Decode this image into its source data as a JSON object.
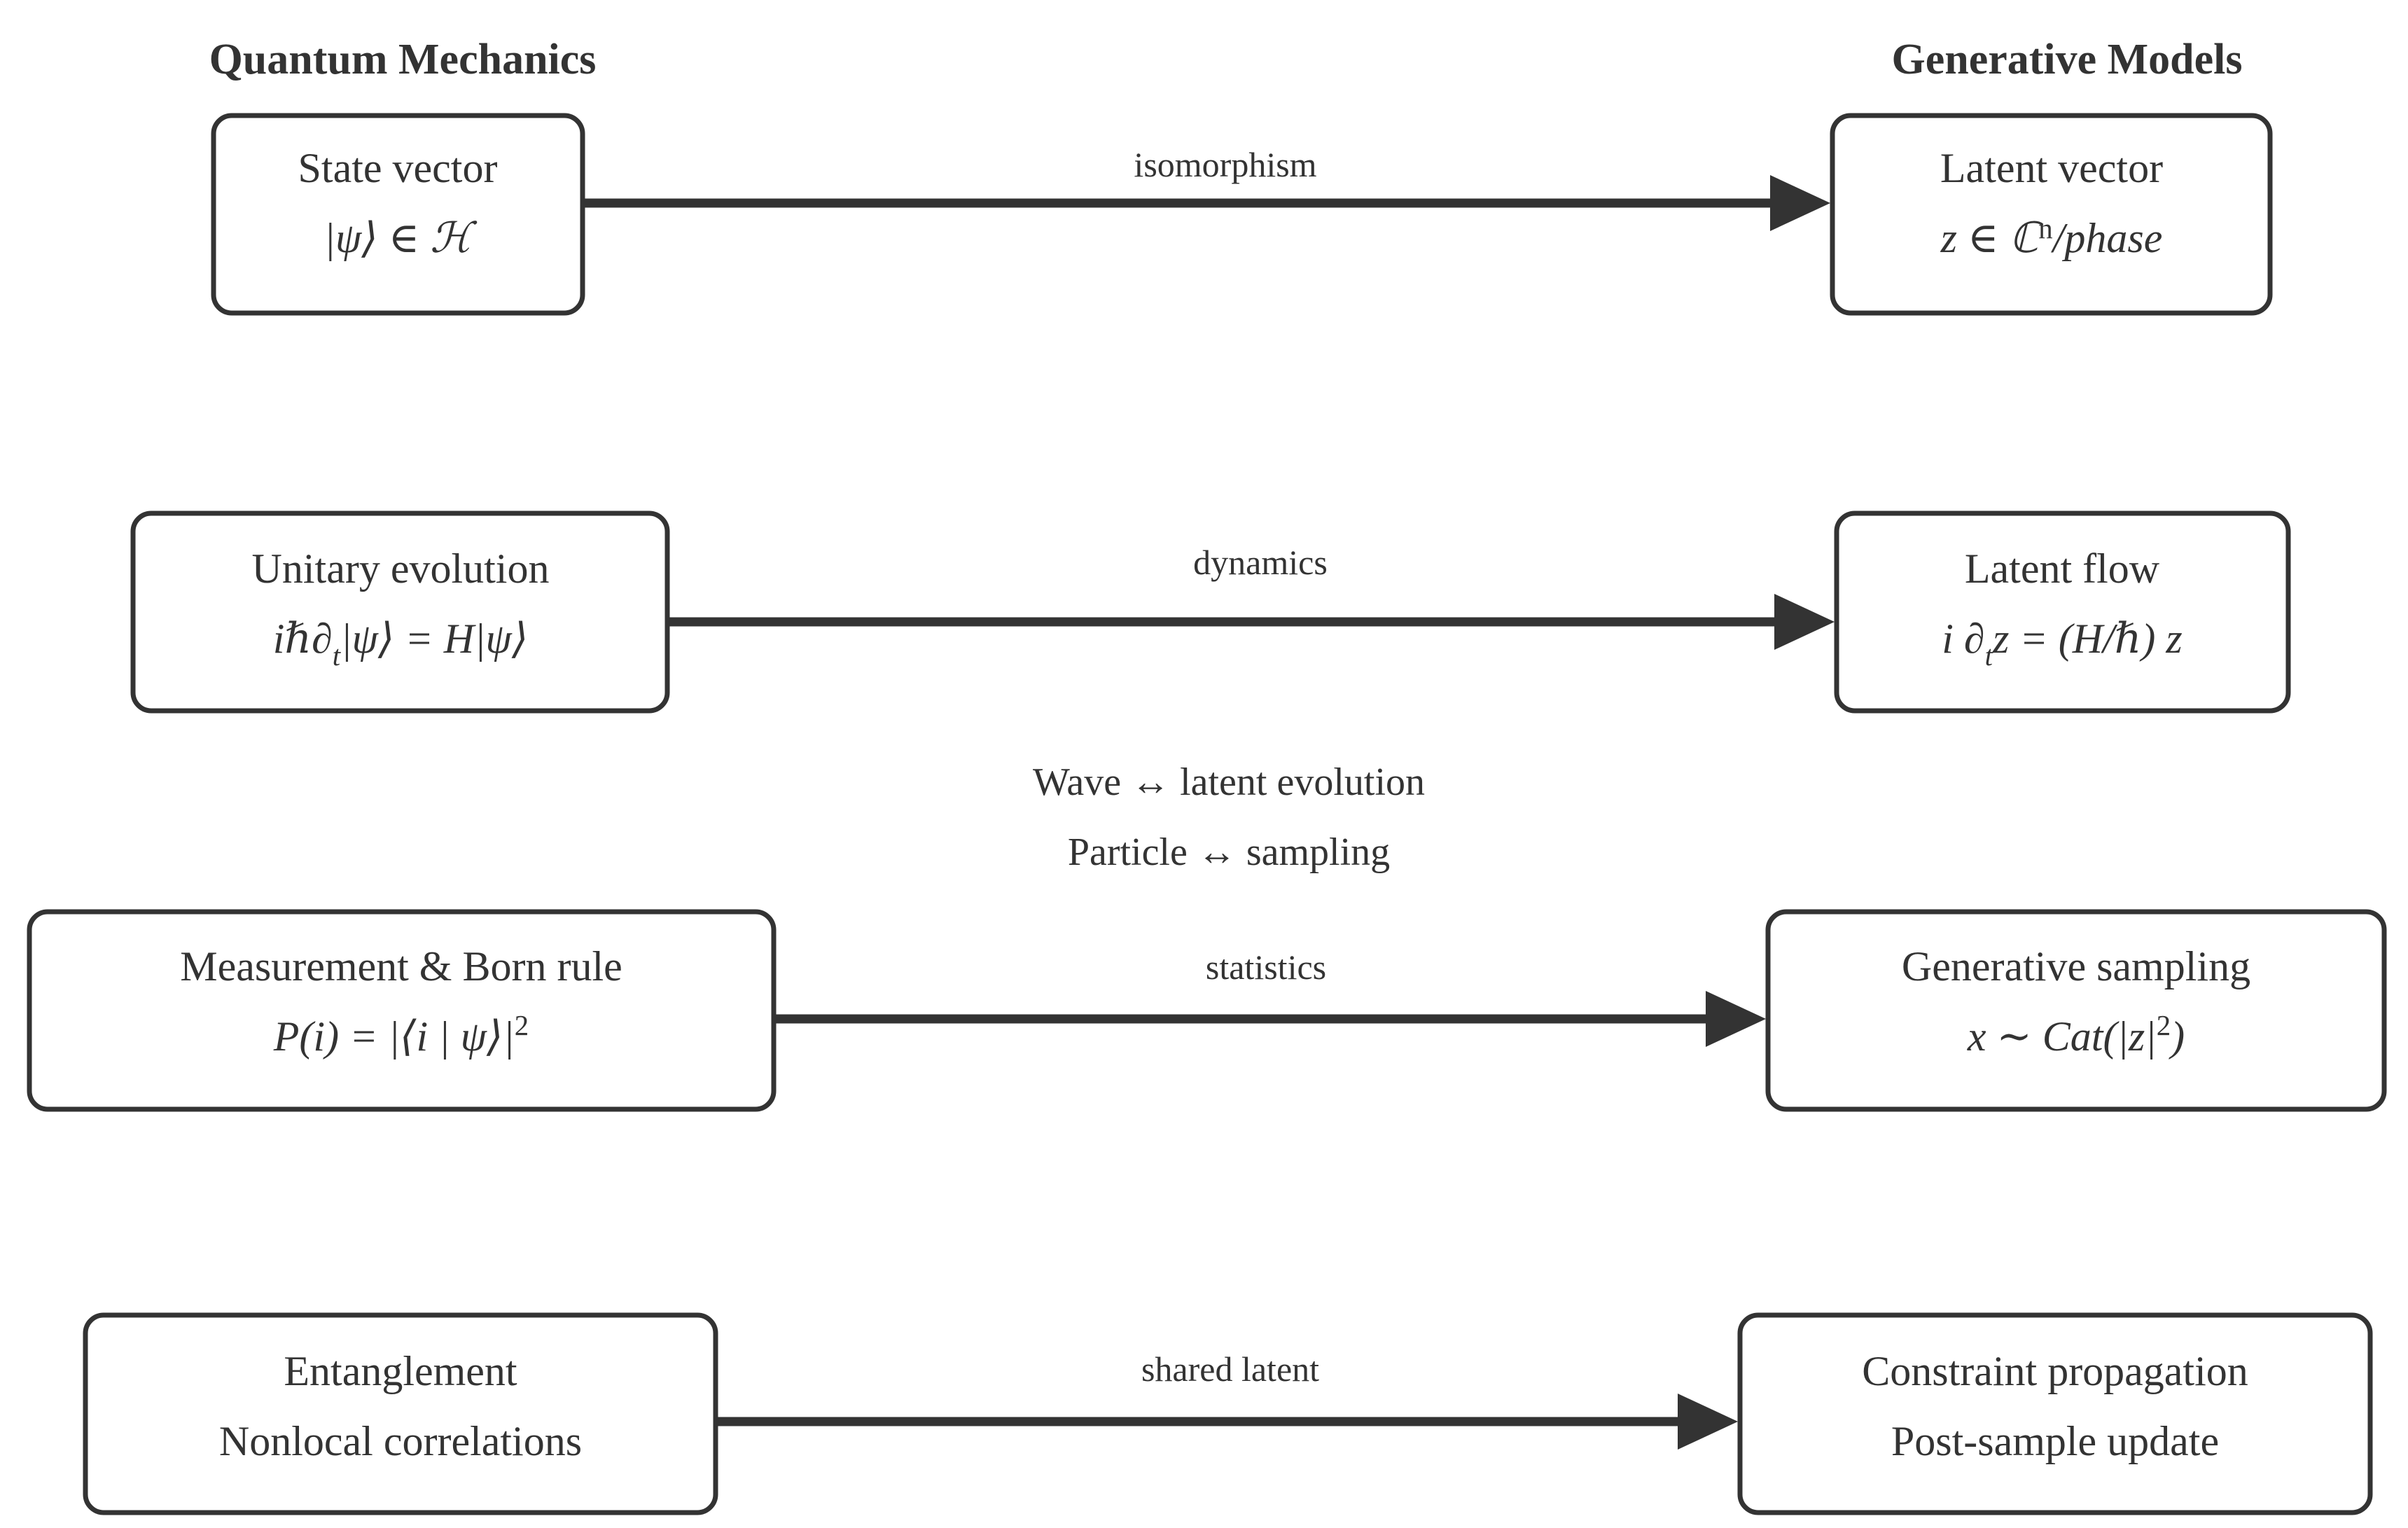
{
  "diagram": {
    "title_left": "Quantum Mechanics",
    "title_right": "Generative Models",
    "background_color": "#ffffff",
    "ink_color": "#333333",
    "middle_notes": [
      "Wave ↔ latent evolution",
      "Particle ↔ sampling"
    ],
    "rows": [
      {
        "id": "row-state-vector",
        "left": {
          "line1": "State vector",
          "line2_math": "|ψ⟩ ∈ ℋ"
        },
        "edge_label": "isomorphism",
        "right": {
          "line1": "Latent vector",
          "line2_math": "z ∈ ℂ",
          "line2_sup": "n",
          "line2_tail": "/phase"
        }
      },
      {
        "id": "row-unitary-evolution",
        "left": {
          "line1": "Unitary evolution",
          "line2_math": "iℏ∂",
          "line2_sub": "t",
          "line2_tail": "|ψ⟩ = H|ψ⟩"
        },
        "edge_label": "dynamics",
        "right": {
          "line1": "Latent flow",
          "line2_math": "i ∂",
          "line2_sub": "t",
          "line2_tail": "z = (H/ℏ) z"
        }
      },
      {
        "id": "row-measurement",
        "left": {
          "line1": "Measurement & Born rule",
          "line2_math": "P(i) = |⟨i | ψ⟩|",
          "line2_sup": "2"
        },
        "edge_label": "statistics",
        "right": {
          "line1": "Generative sampling",
          "line2_math": "x ∼ Cat(|z|",
          "line2_sup": "2",
          "line2_tail": ")"
        }
      },
      {
        "id": "row-entanglement",
        "left": {
          "line1": "Entanglement",
          "line2": "Nonlocal correlations"
        },
        "edge_label": "shared latent",
        "right": {
          "line1": "Constraint propagation",
          "line2": "Post-sample update"
        }
      }
    ]
  }
}
